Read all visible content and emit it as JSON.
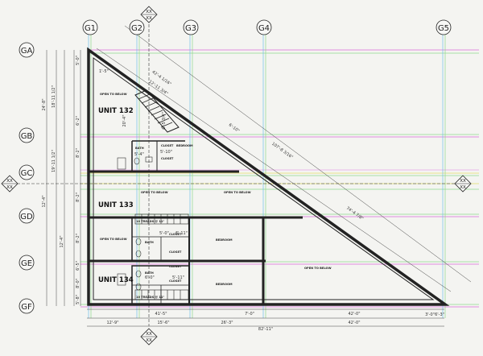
{
  "grid_labels": {
    "vertical": [
      "G1",
      "G2",
      "G3",
      "G4",
      "G5"
    ],
    "horizontal": [
      "GA",
      "GB",
      "GC",
      "GD",
      "GE",
      "GF"
    ]
  },
  "section_marker": "XX\nXX",
  "units": [
    "UNIT 132",
    "UNIT 133",
    "UNIT 134"
  ],
  "rooms": {
    "open_to_below": "OPEN TO BELOW",
    "bath": "BATH",
    "closet": "CLOSET",
    "bedroom": "BEDROOM",
    "treads": "10 TREADS @ 11\""
  },
  "dimensions": {
    "top_horizontal": "1'-5\"",
    "left_segments": [
      "5'-0\"",
      "6'-2\"",
      "8'-2\"",
      "8'-2\"",
      "8'-2\"",
      "12'-4\"",
      "6'-5\"",
      "8'-0\"",
      "5'-8\""
    ],
    "left_overall": [
      "24'-8\"",
      "19'-11 1/2\"",
      "12'-4\"",
      "18'-11 1/2\""
    ],
    "bottom_segments": [
      "12'-9\"",
      "15'-6\"",
      "26'-3\"",
      "42'-0\"",
      "3'-0\"",
      "6'-3\""
    ],
    "bottom_overall": "82'-11\"",
    "inner_bottom": [
      "41'-5\"",
      "7'-0\"",
      "42'-0\""
    ],
    "diagonal": [
      "42'-4 1/16\"",
      "12'-11 3/4\"",
      "6'-10\"",
      "107'-8 3/16\"",
      "74'-4 7/8\""
    ],
    "bath": [
      "5'-4\"",
      "5'-10\"",
      "5'-0\"",
      "6'-11\"",
      "6'-0\"",
      "5'-11\""
    ],
    "stair": [
      "6'-5 3/4\"",
      "20'-4\""
    ]
  }
}
